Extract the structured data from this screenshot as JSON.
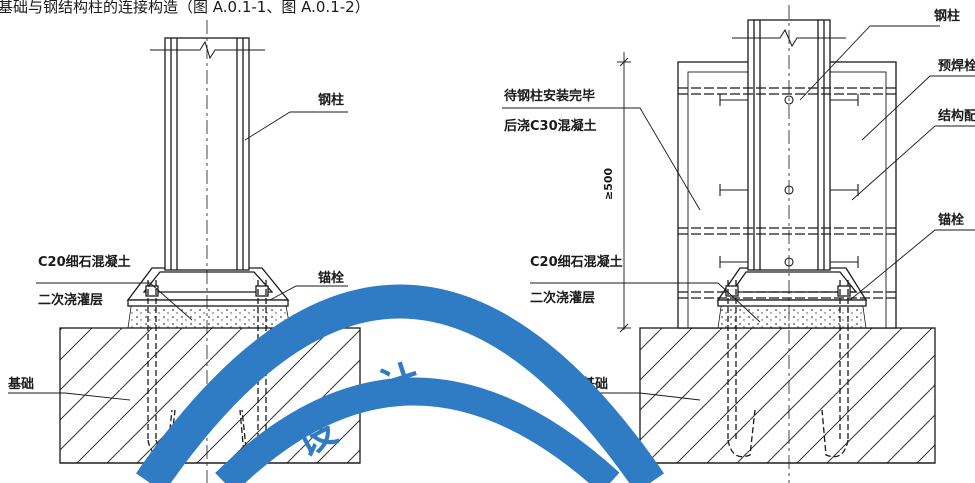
{
  "title": "基础与钢结构柱的连接构造（图 A.0.1-1、图 A.0.1-2）",
  "left_drawing": {
    "labels": {
      "steel_column": "钢柱",
      "grout_concrete": "C20细石混凝土",
      "secondary_grout": "二次浇灌层",
      "anchor_bolt": "锚栓",
      "foundation": "基础"
    }
  },
  "right_drawing": {
    "labels": {
      "steel_column": "钢柱",
      "embedded_stud": "预焊栓",
      "structural_rebar": "结构配",
      "anchor_bolt": "锚栓",
      "pour_after_install_1": "待钢柱安装完毕",
      "pour_after_install_2": "后浇C30混凝土",
      "grout_concrete": "C20细石混凝土",
      "secondary_grout": "二次浇灌层",
      "foundation": "基础",
      "dimension": "≥500"
    }
  },
  "watermark": {
    "text_1": "计",
    "text_2": "设",
    "color": "#2f7bc4"
  },
  "colors": {
    "line": "#1a1a1a",
    "watermark": "#2f7bc4"
  }
}
